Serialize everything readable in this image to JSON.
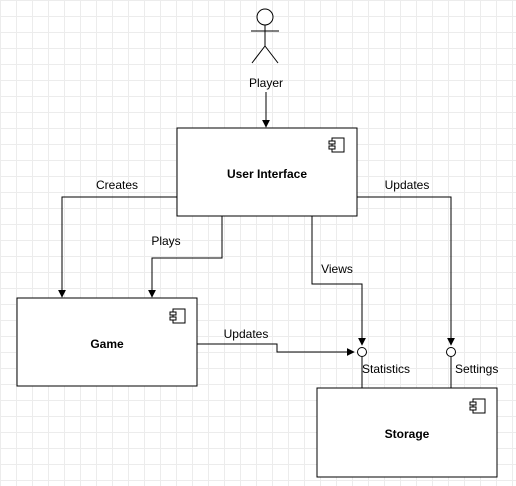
{
  "actor": {
    "label": "Player"
  },
  "components": {
    "ui": {
      "title": "User Interface"
    },
    "game": {
      "title": "Game"
    },
    "storage": {
      "title": "Storage"
    }
  },
  "interfaces": {
    "statistics": "Statistics",
    "settings": "Settings"
  },
  "edges": {
    "creates": "Creates",
    "plays": "Plays",
    "views": "Views",
    "ui_updates": "Updates",
    "game_updates": "Updates"
  }
}
